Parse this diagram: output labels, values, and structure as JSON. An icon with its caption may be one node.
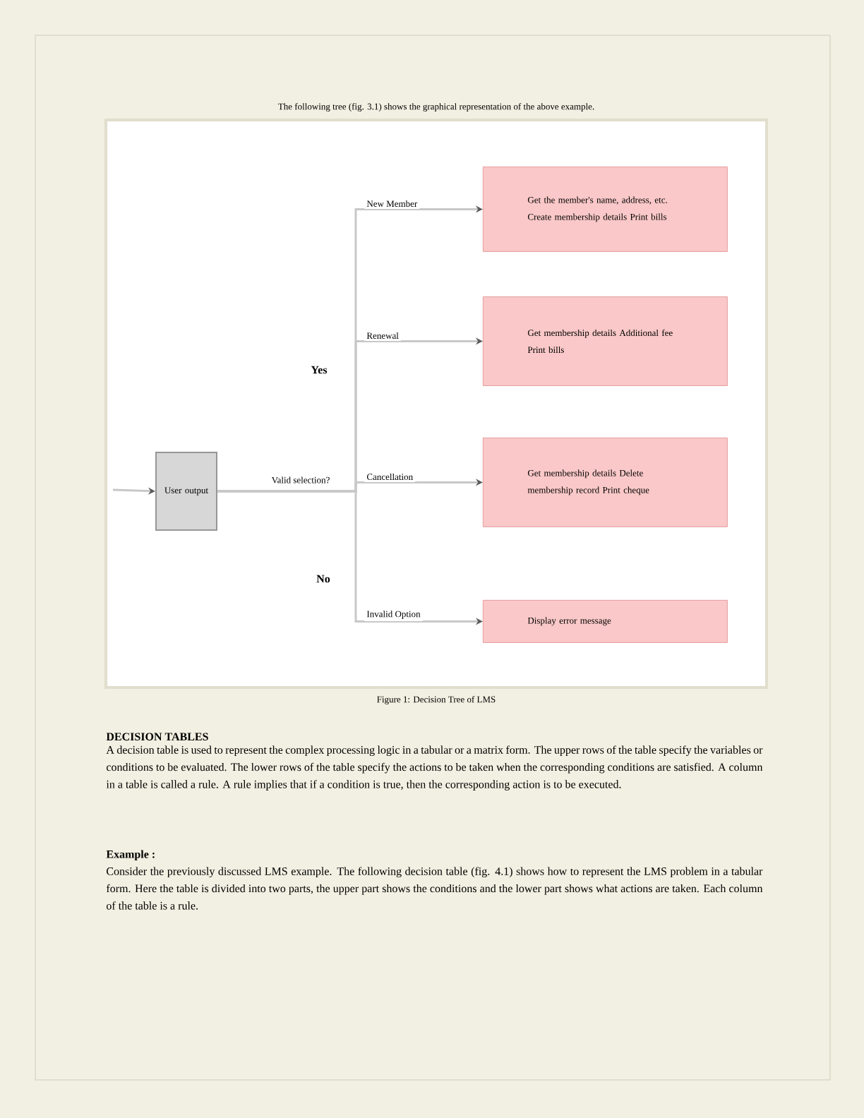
{
  "diagram": {
    "title": "The following tree (fig. 3.1) shows the graphical representation of the above example.",
    "caption": "Figure 1: Decision Tree of LMS",
    "nodes": [
      {
        "text": [
          "User output"
        ]
      },
      {
        "text": [
          "Get the member's name, address, etc. Create membership details Print bills"
        ]
      },
      {
        "text": [
          "Get membership details Additional fee Print bills"
        ]
      },
      {
        "text": [
          "Get membership details Delete membership record Print cheque"
        ]
      },
      {
        "text": [
          "Display error message"
        ]
      }
    ],
    "edges": [
      {
        "from": null,
        "to": 0,
        "arrow": "to"
      },
      {
        "from": 0,
        "to": 1,
        "arrow": "to",
        "label": "New Member"
      },
      {
        "from": 0,
        "to": 2,
        "arrow": "to",
        "label": "Renewal"
      },
      {
        "from": 0,
        "to": 3,
        "arrow": "to",
        "label": "Cancellation"
      },
      {
        "from": 0,
        "to": 4,
        "arrow": "to",
        "label": "Invalid Option"
      }
    ],
    "labels": [
      "Valid selection?",
      "Yes",
      "No",
      "DECISION TABLES",
      "A decision table is used to represent the complex processing logic in a tabular or a matrix form. The upper rows of the table specify the variables or conditions to be evaluated. The lower rows of the table specify the actions to be taken when the corresponding conditions are satisfied. A column in a table is called a rule. A rule implies that if a condition is true, then the corresponding action is to be executed.",
      "Example :",
      "Consider the previously discussed LMS example. The following decision table (fig. 4.1) shows how to represent the LMS problem in a tabular form. Here the table is divided into two parts, the upper part shows the conditions and the lower part shows what actions are taken. Each column of the table is a rule."
    ]
  }
}
